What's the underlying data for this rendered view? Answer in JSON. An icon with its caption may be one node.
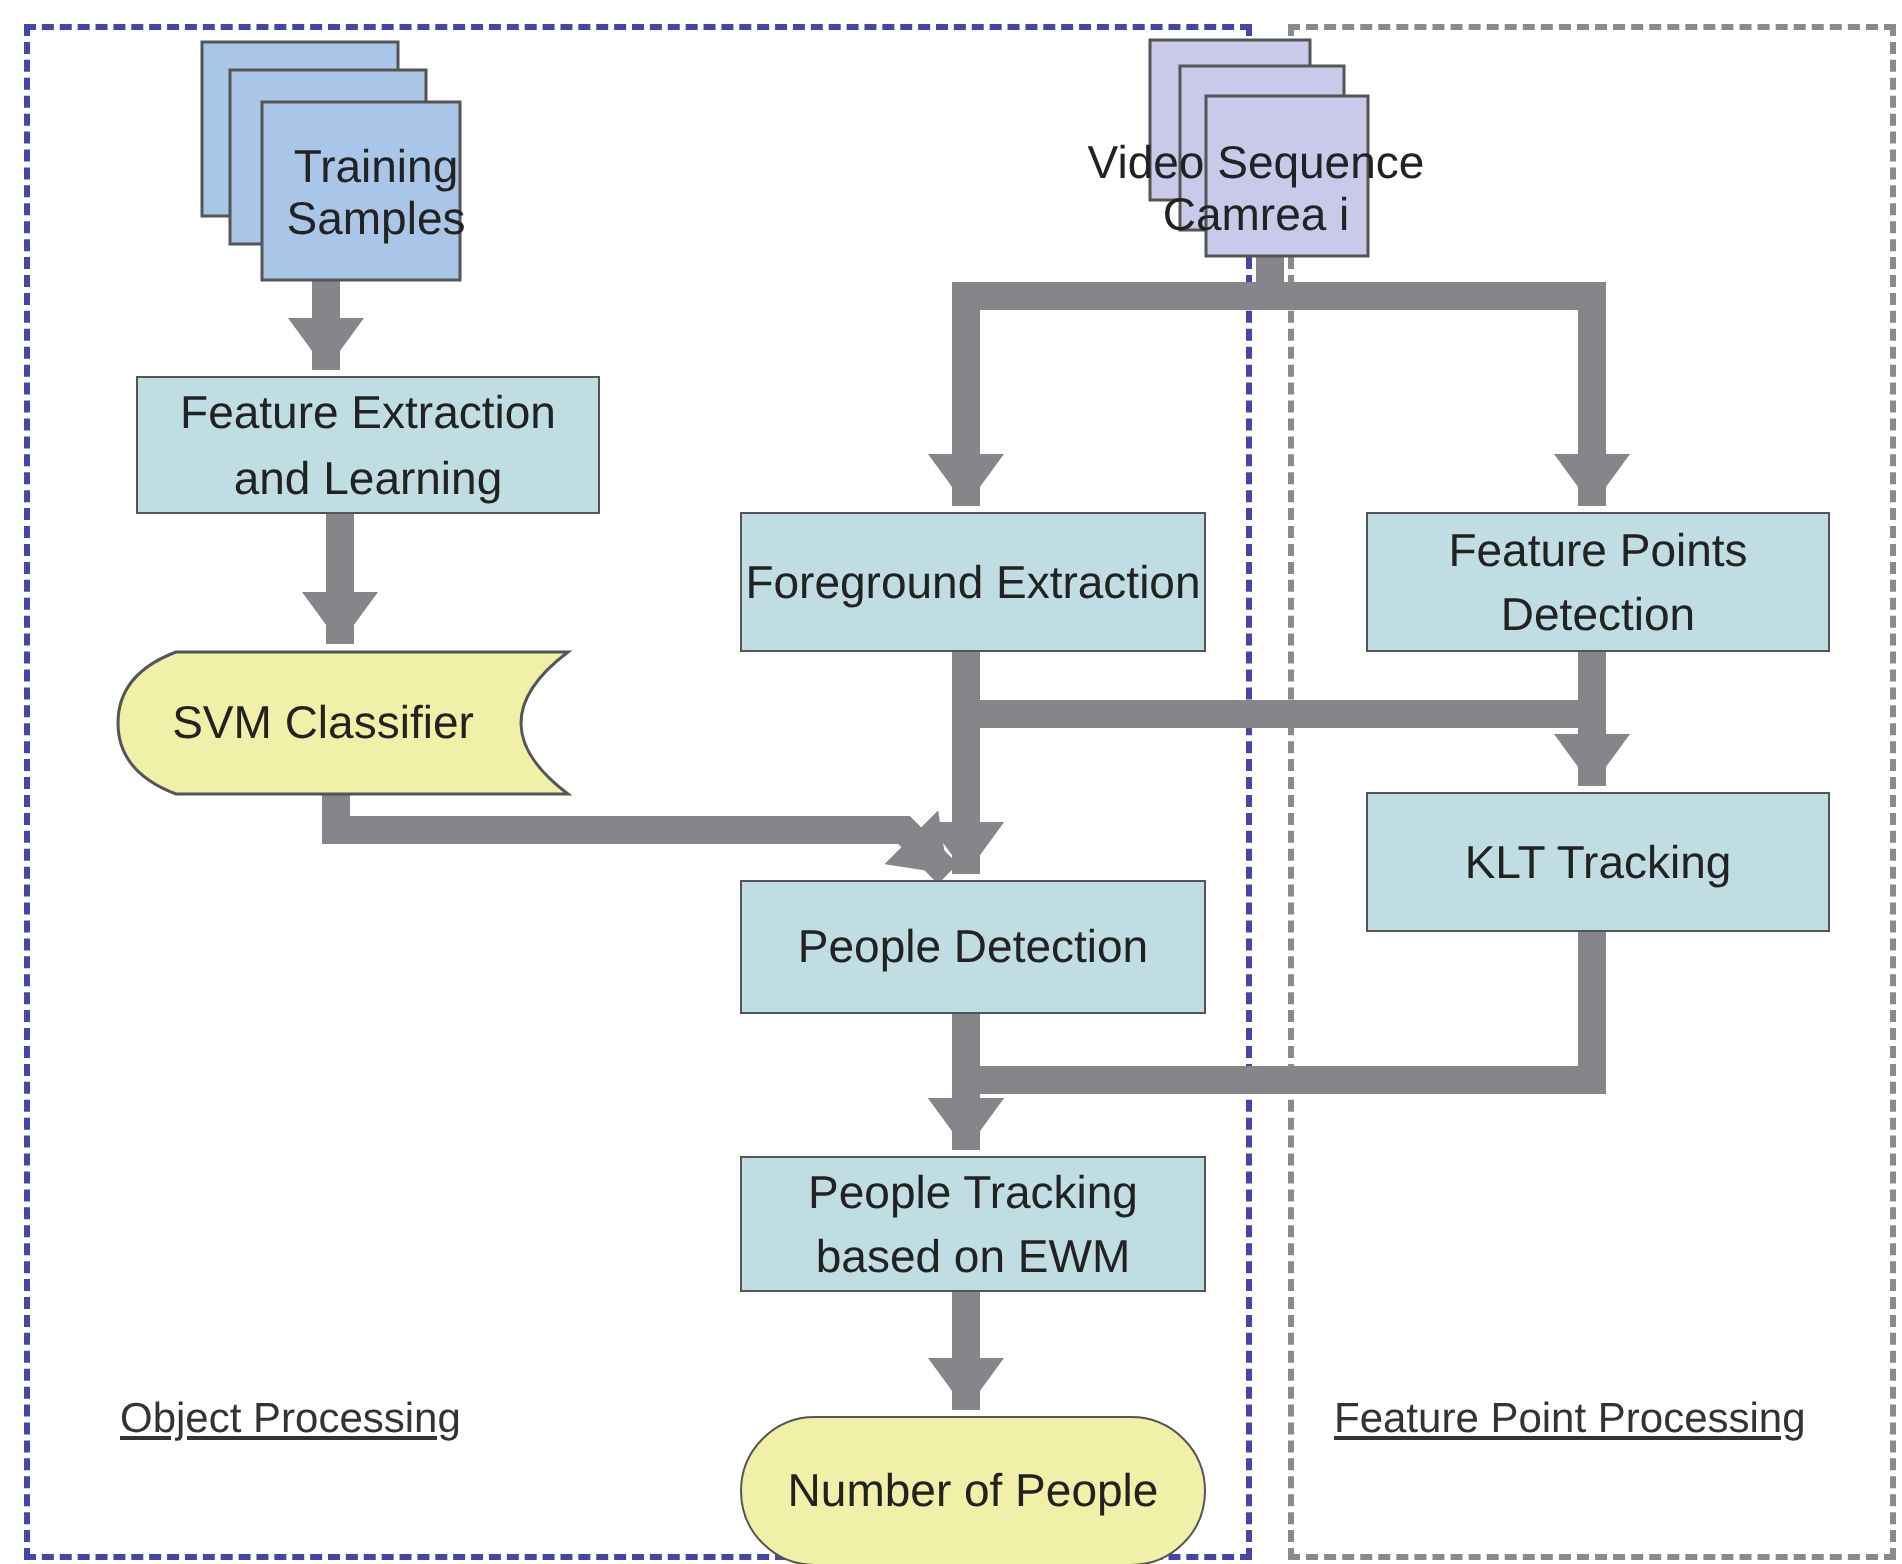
{
  "diagram": {
    "nodes": [
      {
        "text": [
          "Object Processing"
        ]
      },
      {
        "text": [
          "Feature Point Processing"
        ]
      },
      {
        "text": [
          "Training Samples"
        ],
        "in": 0
      },
      {
        "text": [
          "Video Sequence Camrea i"
        ]
      },
      {
        "text": [
          "Feature Extraction and Learning"
        ],
        "in": 0
      },
      {
        "text": [
          "Foreground Extraction"
        ],
        "in": 0
      },
      {
        "text": [
          "Feature Points Detection"
        ],
        "in": 1
      },
      {
        "text": [
          "SVM Classifier"
        ],
        "in": 0
      },
      {
        "text": [
          "KLT Tracking"
        ],
        "in": 1
      },
      {
        "text": [
          "People Detection"
        ],
        "in": 0
      },
      {
        "text": [
          "People Tracking based on EWM"
        ],
        "in": 0
      },
      {
        "text": [
          "Number of People"
        ],
        "in": 0
      }
    ],
    "edges": [
      {
        "from": 2,
        "to": 4,
        "arrow": "to"
      },
      {
        "from": 3,
        "to": 5,
        "arrow": "to"
      },
      {
        "from": 3,
        "to": 6,
        "arrow": "to"
      },
      {
        "from": 4,
        "to": 7,
        "arrow": "to"
      },
      {
        "from": 6,
        "to": 9,
        "arrow": "to"
      },
      {
        "from": 6,
        "to": 8,
        "arrow": "to"
      },
      {
        "from": 5,
        "to": 9,
        "arrow": "to"
      },
      {
        "from": 7,
        "to": 9,
        "arrow": "to"
      },
      {
        "from": 9,
        "to": 10,
        "arrow": "to"
      },
      {
        "from": 8,
        "to": 10,
        "arrow": "to"
      },
      {
        "from": 10,
        "to": 11,
        "arrow": "to"
      }
    ]
  }
}
